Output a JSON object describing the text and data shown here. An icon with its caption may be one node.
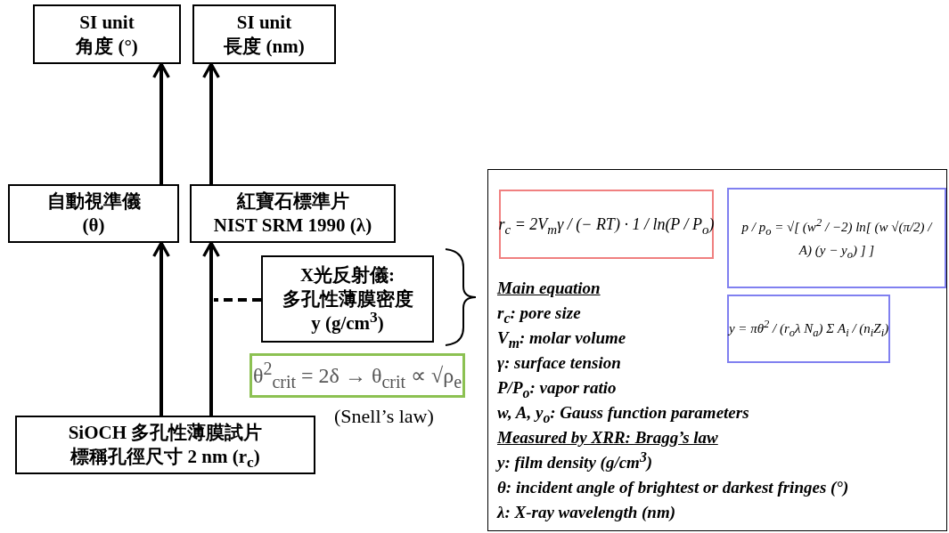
{
  "diagram": {
    "nodes": [
      {
        "text": [
          "SI unit",
          "角度 (°)"
        ]
      },
      {
        "text": [
          "SI unit",
          "長度 (nm)"
        ]
      },
      {
        "text": [
          "自動視準儀",
          "(θ)"
        ]
      },
      {
        "text": [
          "紅寶石標準片",
          "NIST SRM 1990 (λ)"
        ]
      },
      {
        "text": [
          "X光反射儀:",
          "多孔性薄膜密度",
          "y (g/cm$^{3}$)"
        ]
      },
      {
        "text": [
          "θ$^{2}$$_{crit}$ = 2δ → θ$_{crit}$ ∝ √ρ$_{e}$"
        ],
        "beside": [
          "(Snell’s law)"
        ]
      },
      {
        "text": [
          "SiOCH 多孔性薄膜試片",
          "標稱孔徑尺寸 2 nm (r$_{c}$)"
        ]
      },
      {
        "text": [
          "Main equation",
          "r$_{c}$: pore size",
          "V$_{m}$: molar volume",
          "γ: surface tension",
          "P/P$_{o}$: vapor ratio",
          "w, A, y$_{o}$: Gauss function parameters",
          "Measured by XRR: Bragg’s law",
          "y: film density (g/cm$^{3}$)",
          "θ: incident angle of brightest or darkest fringes (°)",
          "λ: X-ray wavelength (nm)"
        ]
      },
      {
        "text": [
          "r$_{c}$ = 2V$_{m}$γ / (− RT) · 1 / ln(P / P$_{o}$)"
        ],
        "in": 7
      },
      {
        "text": [
          "p / p$_{o}$ = √[ (w$^{2}$ / −2) ln[ (w √(π/2) / A) (y − y$_{o}$) ] ]"
        ],
        "in": 7
      },
      {
        "text": [
          "y = πθ$^{2}$ / (r$_{o}$λ N$_{a}$) Σ A$_{i}$ / (n$_{i}$Z$_{i}$)"
        ],
        "in": 7
      }
    ],
    "edges": [
      {
        "from": 2,
        "to": 0,
        "arrow": "to"
      },
      {
        "from": 3,
        "to": 1,
        "arrow": "to"
      },
      {
        "from": 6,
        "to": 2,
        "arrow": "to"
      },
      {
        "from": 6,
        "to": 3,
        "arrow": "to"
      },
      {
        "from": 4,
        "to": null,
        "arrow": "none",
        "style": "dashed"
      }
    ]
  }
}
